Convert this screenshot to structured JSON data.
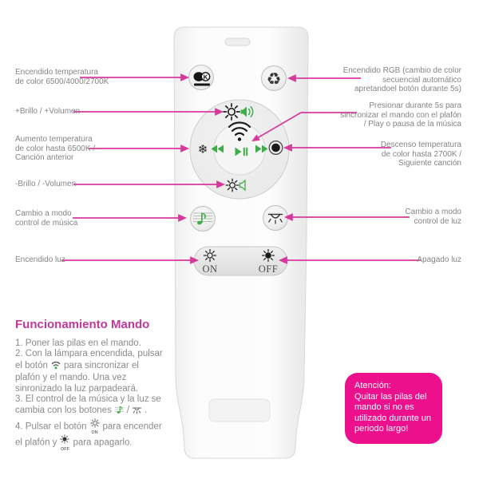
{
  "colors": {
    "accent_pink": "#d6399b",
    "box_pink": "#ec108c",
    "heading_pink": "#c0399b",
    "label_gray": "#848484",
    "green": "#3fae49",
    "icon_dark": "#2b2b2b"
  },
  "icons": {
    "recycle": "♻",
    "snowflake": "❄"
  },
  "remote": {
    "k_label": "K",
    "on_label": "ON",
    "off_label": "OFF"
  },
  "left_labels": [
    {
      "lines": [
        "Encendido temperatura",
        "de color 6500/4000/2700K"
      ]
    },
    {
      "lines": [
        "+Brillo / +Volumen"
      ]
    },
    {
      "lines": [
        "Aumento temperatura",
        "de color hasta 6500K /",
        "Canción anterior"
      ]
    },
    {
      "lines": [
        "-Brillo / -Volumen"
      ]
    },
    {
      "lines": [
        "Cambio a modo",
        "control de música"
      ]
    },
    {
      "lines": [
        "Encendido luz"
      ]
    }
  ],
  "right_labels": [
    {
      "lines": [
        "Encendido RGB (cambio de color",
        "secuencial automático",
        "apretandoel botón durante 5s)"
      ]
    },
    {
      "lines": [
        "Presionar durante 5s para",
        "sincronizar el mando con el plafón",
        "/ Play o pausa de la música"
      ]
    },
    {
      "lines": [
        "Descenso temperatura",
        "de color hasta 2700K /",
        "Siguiente canción"
      ]
    },
    {
      "lines": [
        "Cambio a modo",
        "control de luz"
      ]
    },
    {
      "lines": [
        "Apagado luz"
      ]
    }
  ],
  "instructions": {
    "heading": "Funcionamiento Mando",
    "l1": "1. Poner las pilas en el mando.",
    "l2": "2. Con la lámpara encendida, pulsar",
    "l3a": "el botón",
    "l3b": "para sincronizar el",
    "l4": "plafón y el mando. Una vez",
    "l5": "sinronizado la luz parpadeará.",
    "l6": "3. El control de la música y la luz se",
    "l7a": "cambia con los botones",
    "l7b": "/",
    "l7c": ".",
    "l8a": "4. Pulsar el botón",
    "l8b": "para encender",
    "l9a": "el plafón y",
    "l9b": "para apagarlo.",
    "mini_on": "ON",
    "mini_off": "OFF"
  },
  "attention": {
    "title": "Atención:",
    "lines": [
      "Quitar las pilas del",
      "mando si no es",
      "utilizado durante un",
      "periodo largo!"
    ]
  }
}
